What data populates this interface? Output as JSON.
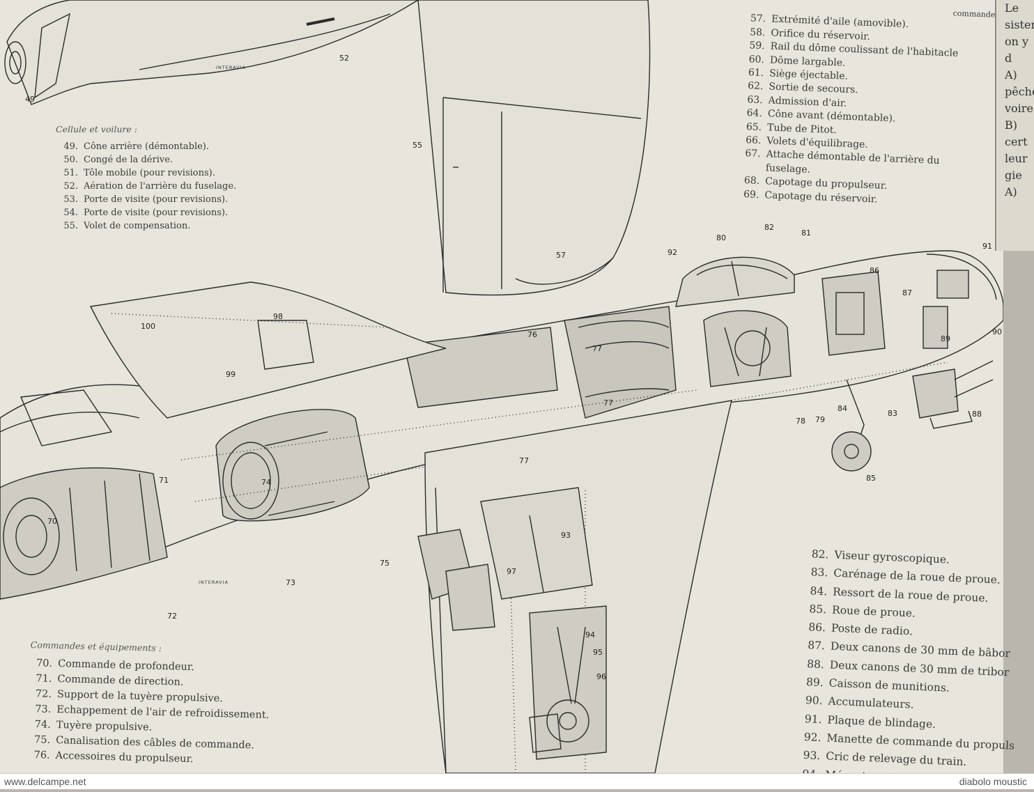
{
  "legend_cellule": {
    "heading": "Cellule et voilure :",
    "items": [
      {
        "num": "49.",
        "text": "Cône arrière (démontable)."
      },
      {
        "num": "50.",
        "text": "Congé de la dérive."
      },
      {
        "num": "51.",
        "text": "Tôle mobile (pour revisions)."
      },
      {
        "num": "52.",
        "text": "Aération de l'arrière du fuselage."
      },
      {
        "num": "53.",
        "text": "Porte de visite (pour revisions)."
      },
      {
        "num": "54.",
        "text": "Porte de visite (pour revisions)."
      },
      {
        "num": "55.",
        "text": "Volet de compensation."
      }
    ]
  },
  "legend_top": {
    "partial_line": "commande",
    "items": [
      {
        "num": "57.",
        "text": "Extrémité d'aile (amovible)."
      },
      {
        "num": "58.",
        "text": "Orifice du réservoir."
      },
      {
        "num": "59.",
        "text": "Rail du dôme coulissant de l'habitacle"
      },
      {
        "num": "60.",
        "text": "Dôme largable."
      },
      {
        "num": "61.",
        "text": "Siège éjectable."
      },
      {
        "num": "62.",
        "text": "Sortie de secours."
      },
      {
        "num": "63.",
        "text": "Admission d'air."
      },
      {
        "num": "64.",
        "text": "Cône avant (démontable)."
      },
      {
        "num": "65.",
        "text": "Tube de Pitot."
      },
      {
        "num": "66.",
        "text": "Volets d'équilibrage."
      },
      {
        "num": "67.",
        "text": "Attache démontable de l'arrière du"
      },
      {
        "num": "",
        "text": "fuselage."
      },
      {
        "num": "68.",
        "text": "Capotage du propulseur."
      },
      {
        "num": "69.",
        "text": "Capotage du réservoir."
      }
    ]
  },
  "legend_commandes": {
    "heading": "Commandes et équipements :",
    "items": [
      {
        "num": "70.",
        "text": "Commande de profondeur."
      },
      {
        "num": "71.",
        "text": "Commande de direction."
      },
      {
        "num": "72.",
        "text": "Support de la tuyère propulsive."
      },
      {
        "num": "73.",
        "text": "Echappement de l'air de refroidissement."
      },
      {
        "num": "74.",
        "text": "Tuyère propulsive."
      },
      {
        "num": "75.",
        "text": "Canalisation des câbles de commande."
      },
      {
        "num": "76.",
        "text": "Accessoires du propulseur."
      }
    ]
  },
  "legend_bottom": {
    "items": [
      {
        "num": "82.",
        "text": "Viseur gyroscopique."
      },
      {
        "num": "83.",
        "text": "Carénage de la roue de proue."
      },
      {
        "num": "84.",
        "text": "Ressort de la roue de proue."
      },
      {
        "num": "85.",
        "text": "Roue de proue."
      },
      {
        "num": "86.",
        "text": "Poste de radio."
      },
      {
        "num": "87.",
        "text": "Deux canons de 30 mm de bâbor"
      },
      {
        "num": "88.",
        "text": "Deux canons de 30 mm de tribor"
      },
      {
        "num": "89.",
        "text": "Caisson de munitions."
      },
      {
        "num": "90.",
        "text": "Accumulateurs."
      },
      {
        "num": "91.",
        "text": "Plaque de blindage."
      },
      {
        "num": "92.",
        "text": "Manette de commande du propuls"
      },
      {
        "num": "93.",
        "text": "Cric de relevage du train."
      },
      {
        "num": "94.",
        "text": "Mécanisme de relevage du trai"
      }
    ]
  },
  "callouts": [
    "49",
    "52",
    "55",
    "57",
    "70",
    "71",
    "72",
    "73",
    "74",
    "75",
    "76",
    "77",
    "77",
    "77",
    "78",
    "79",
    "80",
    "81",
    "82",
    "83",
    "84",
    "85",
    "86",
    "87",
    "88",
    "89",
    "90",
    "91",
    "92",
    "93",
    "94",
    "95",
    "96",
    "97",
    "98",
    "99",
    "100"
  ],
  "brand_marks": [
    "INTERAVIA",
    "INTERAVIA"
  ],
  "next_page_fragment": [
    "Le",
    "sister",
    "on y d",
    "A)",
    "pêché",
    "voire",
    "B)",
    "cert",
    "leur",
    "gie",
    "A)"
  ],
  "footer": {
    "left": "www.delcampe.net",
    "right": "diabolo moustic"
  },
  "colors": {
    "paper": "#e8e5dc",
    "ink": "#2b2b2b",
    "background": "#b9b6ae"
  }
}
